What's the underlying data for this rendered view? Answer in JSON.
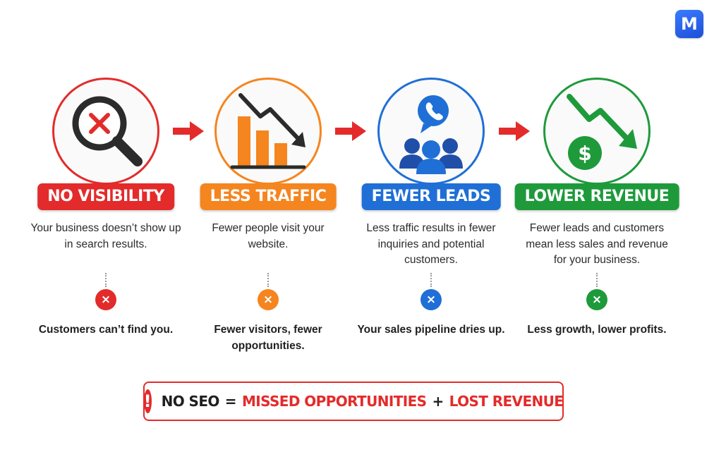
{
  "logo": {
    "letter": "M",
    "color": "#2260f0"
  },
  "steps": [
    {
      "title": "NO VISIBILITY",
      "color": "#e32b2b",
      "icon": "magnifier-x-icon",
      "description": "Your business doesn’t show up in search results.",
      "badge": "×",
      "outcome": "Customers can’t find you."
    },
    {
      "title": "LESS TRAFFIC",
      "color": "#f5851f",
      "icon": "declining-bar-chart-icon",
      "description": "Fewer people visit your website.",
      "badge": "×",
      "outcome": "Fewer visitors, fewer opportunities."
    },
    {
      "title": "FEWER LEADS",
      "color": "#1f6fd6",
      "icon": "people-phone-icon",
      "description": "Less traffic results in fewer inquiries and potential customers.",
      "badge": "×",
      "outcome": "Your sales pipeline dries up."
    },
    {
      "title": "LOWER REVENUE",
      "color": "#1e9a3b",
      "icon": "dollar-down-trend-icon",
      "description": "Fewer leads and customers mean less sales and revenue for your business.",
      "badge": "×",
      "outcome": "Less growth, lower profits."
    }
  ],
  "arrow_color": "#e32b2b",
  "summary": {
    "alert": "!",
    "part1": "NO SEO",
    "eq": "=",
    "part2": "MISSED OPPORTUNITIES",
    "plus": "+",
    "part3": "LOST REVENUE"
  }
}
